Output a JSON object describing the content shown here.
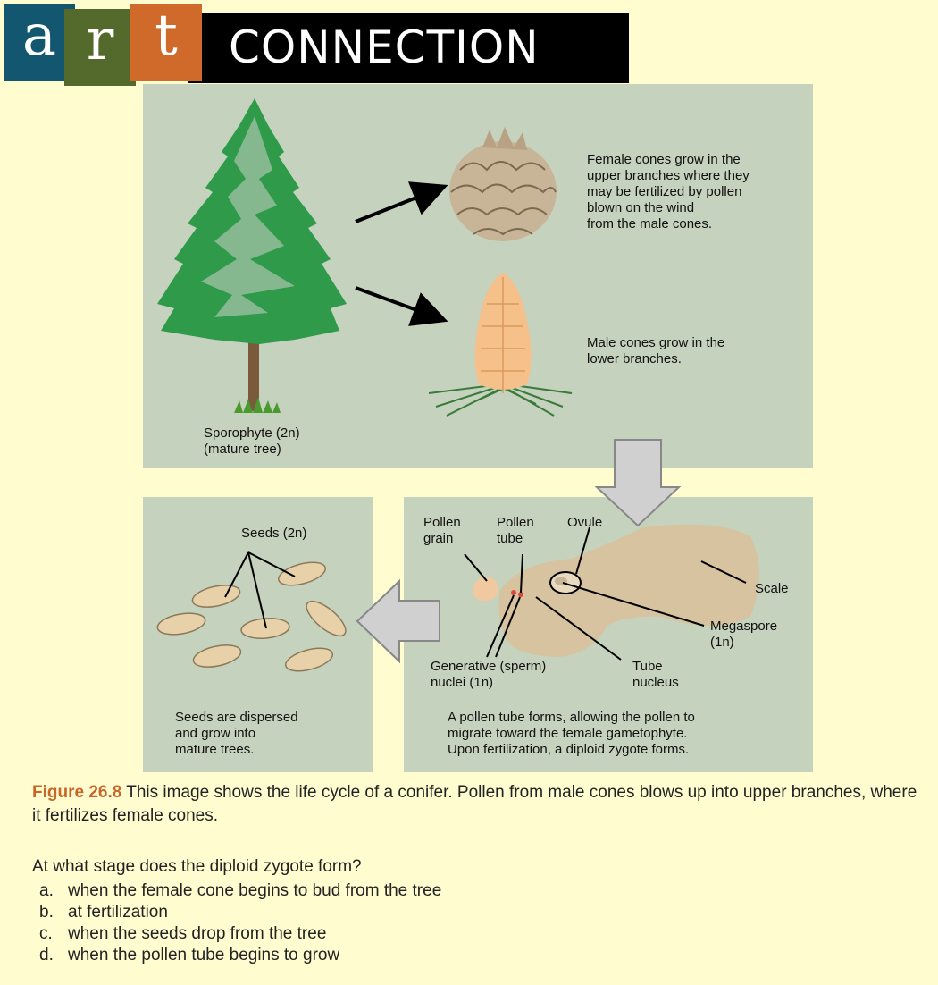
{
  "banner": {
    "letters": [
      "a",
      "r",
      "t"
    ],
    "word": "CONNECTION",
    "colors": {
      "a": "#13566f",
      "r": "#546a2d",
      "t": "#cf6a2b"
    }
  },
  "figure": {
    "panel_color": "#c5d2bd",
    "female_cone_text": "Female cones grow in the\nupper branches where they\nmay be fertilized by pollen\nblown on the wind\nfrom the male cones.",
    "male_cone_text": "Male cones grow in the\nlower branches.",
    "sporophyte_text": "Sporophyte (2n)\n(mature tree)",
    "seeds_label": "Seeds (2n)",
    "seeds_text": "Seeds are dispersed\nand grow into\nmature trees.",
    "pollen_grain_label": "Pollen\ngrain",
    "pollen_tube_label": "Pollen\ntube",
    "ovule_label": "Ovule",
    "scale_label": "Scale",
    "megaspore_label": "Megaspore\n(1n)",
    "generative_label": "Generative (sperm)\nnuclei (1n)",
    "tube_nucleus_label": "Tube\nnucleus",
    "pollen_tube_text": "A pollen tube forms, allowing the pollen to\nmigrate toward the female gametophyte.\nUpon fertilization, a diploid zygote forms."
  },
  "caption": {
    "figure_label": "Figure 26.8",
    "text": " This image shows the life cycle of a conifer. Pollen from male cones blows up into upper branches, where it fertilizes female cones."
  },
  "question": {
    "prompt": "At what stage does the diploid zygote form?",
    "options": [
      {
        "letter": "a.",
        "text": "when the female cone begins to bud from the tree"
      },
      {
        "letter": "b.",
        "text": "at fertilization"
      },
      {
        "letter": "c.",
        "text": "when the seeds drop from the tree"
      },
      {
        "letter": "d.",
        "text": "when the pollen tube begins to grow"
      }
    ]
  }
}
